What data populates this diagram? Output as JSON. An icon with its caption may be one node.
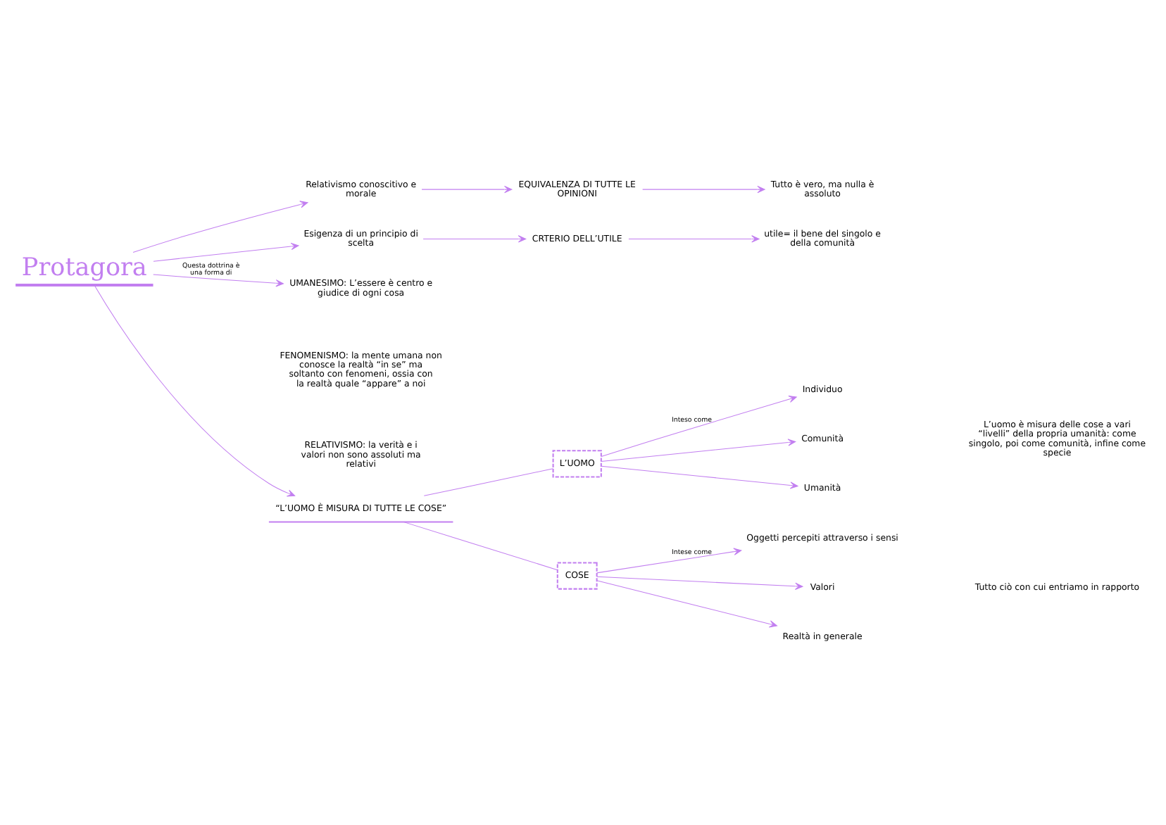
{
  "diagram": {
    "nodes": [
      {
        "text": [
          "Protagora"
        ]
      },
      {
        "text": [
          "Relativismo conoscitivo e morale"
        ]
      },
      {
        "text": [
          "EQUIVALENZA DI TUTTE LE OPINIONI"
        ]
      },
      {
        "text": [
          "Tutto è vero, ma nulla è assoluto"
        ]
      },
      {
        "text": [
          "Esigenza di un principio di scelta"
        ]
      },
      {
        "text": [
          "CRTERIO DELL’UTILE"
        ]
      },
      {
        "text": [
          "utile= il bene del singolo e della comunità"
        ]
      },
      {
        "text": [
          "UMANESIMO: L’essere è centro e giudice di ogni cosa"
        ]
      },
      {
        "text": [
          "FENOMENISMO: la mente umana non conosce la realtà “in se” ma soltanto con fenomeni, ossia con la realtà quale “appare” a noi"
        ]
      },
      {
        "text": [
          "RELATIVISMO: la verità e i valori non sono assoluti ma relativi"
        ]
      },
      {
        "text": [
          "“L’UOMO È MISURA DI TUTTE LE COSE”"
        ]
      },
      {
        "text": [
          "L’UOMO"
        ]
      },
      {
        "text": [
          "COSE"
        ]
      },
      {
        "text": [
          "Individuo"
        ]
      },
      {
        "text": [
          "Comunità"
        ]
      },
      {
        "text": [
          "Umanità"
        ]
      },
      {
        "text": [
          "Oggetti percepiti attraverso i sensi"
        ]
      },
      {
        "text": [
          "Valori"
        ]
      },
      {
        "text": [
          "Realtà in generale"
        ]
      }
    ],
    "edges": [
      {
        "from": 0,
        "to": 1,
        "arrow": "to"
      },
      {
        "from": 1,
        "to": 2,
        "arrow": "to"
      },
      {
        "from": 2,
        "to": 3,
        "arrow": "to"
      },
      {
        "from": 0,
        "to": 4,
        "arrow": "to"
      },
      {
        "from": 4,
        "to": 5,
        "arrow": "to"
      },
      {
        "from": 5,
        "to": 6,
        "arrow": "to"
      },
      {
        "from": 0,
        "to": 7,
        "arrow": "to",
        "label": "Questa dottrina è una forma di"
      },
      {
        "from": 0,
        "to": 10,
        "arrow": "to"
      },
      {
        "from": 10,
        "to": 11,
        "arrow": "none"
      },
      {
        "from": 10,
        "to": 12,
        "arrow": "none"
      },
      {
        "from": 11,
        "to": 13,
        "arrow": "to",
        "label": "Inteso come"
      },
      {
        "from": 11,
        "to": 14,
        "arrow": "to"
      },
      {
        "from": 11,
        "to": 15,
        "arrow": "to"
      },
      {
        "from": 12,
        "to": 16,
        "arrow": "to",
        "label": "Intese come"
      },
      {
        "from": 12,
        "to": 17,
        "arrow": "to"
      },
      {
        "from": 12,
        "to": 18,
        "arrow": "to"
      }
    ],
    "labels": [
      "L’uomo è misura delle cose a vari “livelli” della propria umanità: come singolo, poi come comunità, infine come specie",
      "Tutto ciò con cui entriamo in rapporto"
    ]
  }
}
